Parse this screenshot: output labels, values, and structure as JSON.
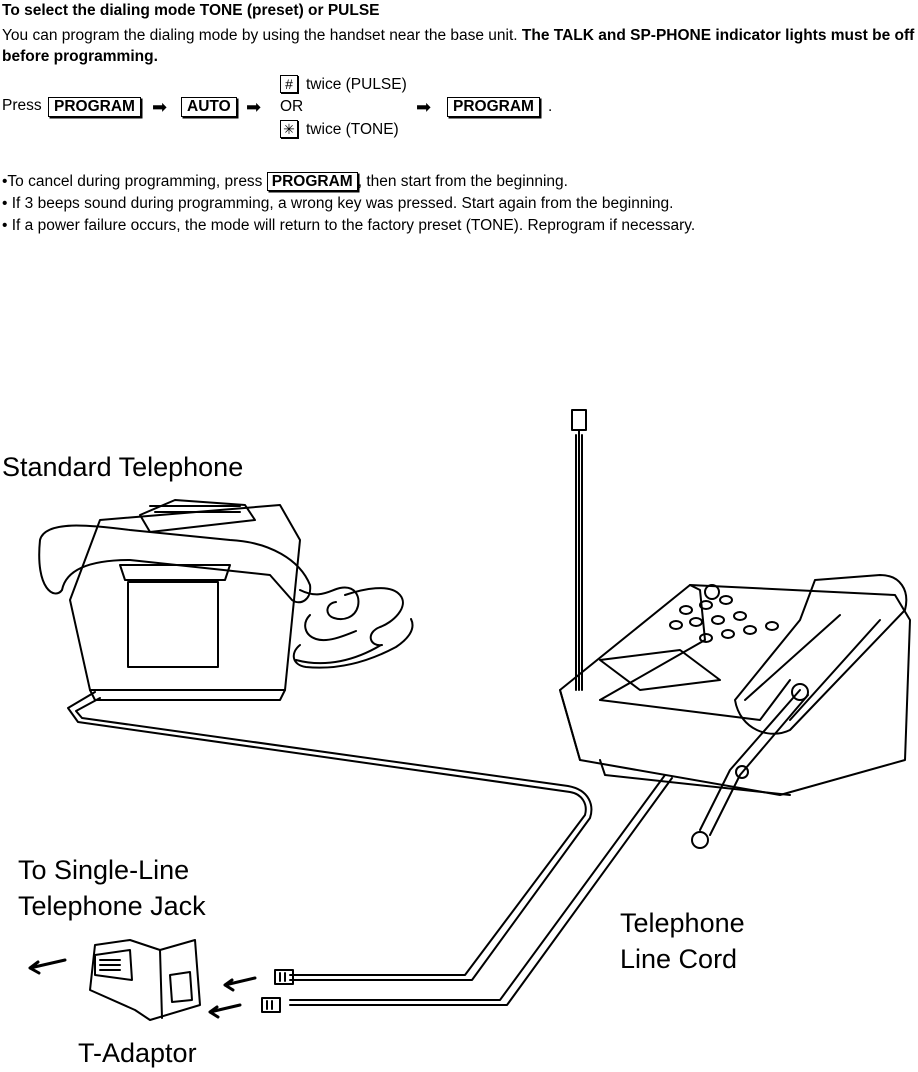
{
  "heading": "To select the dialing mode TONE (preset) or PULSE",
  "intro": {
    "normal": "You can program the dialing mode by using the handset near the base unit.",
    "bold": "The TALK and SP-PHONE indicator lights must be off before programming."
  },
  "procedure": {
    "press_label": "Press",
    "key_program": "PROGRAM",
    "key_auto": "AUTO",
    "option_pulse_key": "#",
    "option_pulse_text": "twice (PULSE)",
    "or_text": "OR",
    "option_tone_key": "✳",
    "option_tone_text": "twice (TONE)",
    "key_program_end": "PROGRAM",
    "end_period": "."
  },
  "notes": [
    {
      "prefix": "•To cancel during programming, press ",
      "key": "PROGRAM",
      "suffix": ", then start from the beginning."
    },
    {
      "text": "• If 3 beeps sound during programming, a wrong key was pressed. Start again from the beginning."
    },
    {
      "text": "• If a power failure occurs, the mode will return to the factory preset (TONE). Reprogram if necessary."
    }
  ],
  "figure": {
    "label_standard_telephone": "Standard Telephone",
    "label_jack_line1": "To Single-Line",
    "label_jack_line2": "Telephone Jack",
    "label_line_cord_line1": "Telephone",
    "label_line_cord_line2": "Line Cord",
    "label_t_adaptor": "T-Adaptor"
  }
}
